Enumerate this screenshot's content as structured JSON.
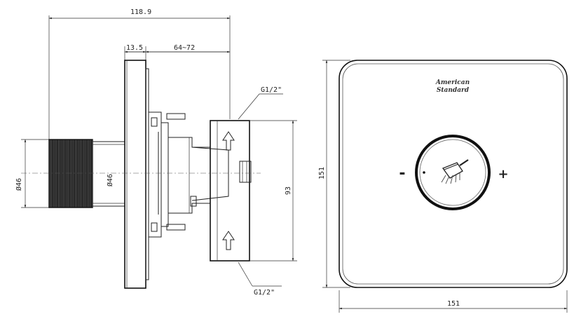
{
  "dimensions": {
    "overall_length": "118.9",
    "flange_thickness": "13.5",
    "adjust_range": "64~72",
    "thread_top": "G1/2\"",
    "thread_bottom": "G1/2\"",
    "knob_diameter": "Ø46",
    "shaft_diameter": "Ø46",
    "body_height": "93",
    "plate_height": "151",
    "plate_width": "151"
  },
  "faceplate": {
    "brand_line1": "American",
    "brand_line2": "Standard",
    "minus_symbol": "-",
    "plus_symbol": "+"
  }
}
